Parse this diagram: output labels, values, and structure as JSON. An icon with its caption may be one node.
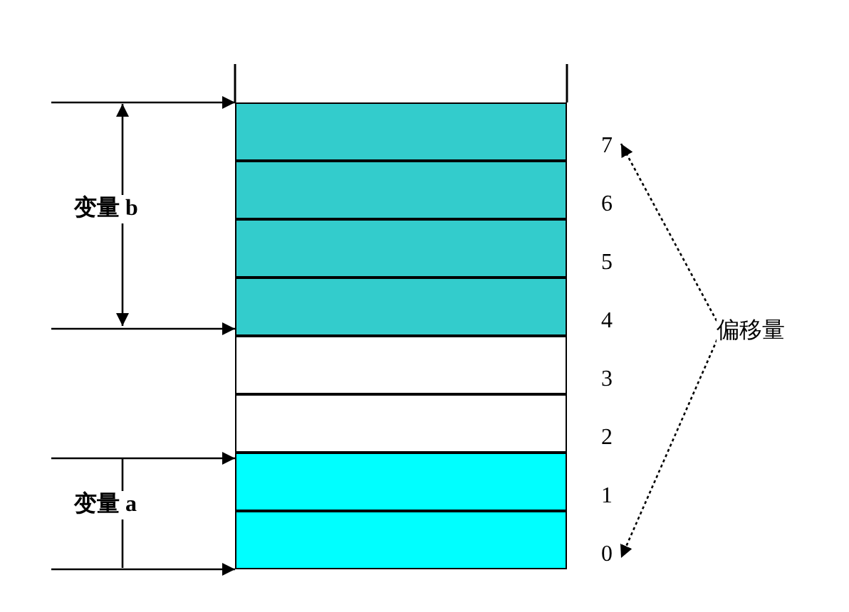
{
  "diagram": {
    "nodes": [
      {
        "text": [],
        "shape": "box"
      },
      {
        "text": [],
        "shape": "box"
      },
      {
        "text": [],
        "shape": "box"
      },
      {
        "text": [],
        "shape": "box"
      },
      {
        "text": [],
        "shape": "box"
      },
      {
        "text": [],
        "shape": "box"
      },
      {
        "text": [],
        "shape": "box"
      },
      {
        "text": [],
        "shape": "box"
      },
      {
        "text": [
          "7"
        ]
      },
      {
        "text": [
          "6"
        ]
      },
      {
        "text": [
          "5"
        ]
      },
      {
        "text": [
          "4"
        ]
      },
      {
        "text": [
          "3"
        ]
      },
      {
        "text": [
          "2"
        ]
      },
      {
        "text": [
          "1"
        ]
      },
      {
        "text": [
          "0"
        ]
      },
      {
        "text": [
          "偏移量"
        ]
      }
    ],
    "edges": [
      {
        "from": 16,
        "to": 8,
        "arrow": "to",
        "style": "dashed"
      },
      {
        "from": 16,
        "to": 15,
        "arrow": "to",
        "style": "dashed"
      },
      {
        "from": null,
        "to": 0,
        "arrow": "to"
      },
      {
        "from": null,
        "to": 3,
        "arrow": "to"
      },
      {
        "from": null,
        "to": 6,
        "arrow": "to"
      },
      {
        "from": null,
        "to": 7,
        "arrow": "to"
      }
    ],
    "labels": [
      "变量 b",
      "变量 a"
    ]
  }
}
